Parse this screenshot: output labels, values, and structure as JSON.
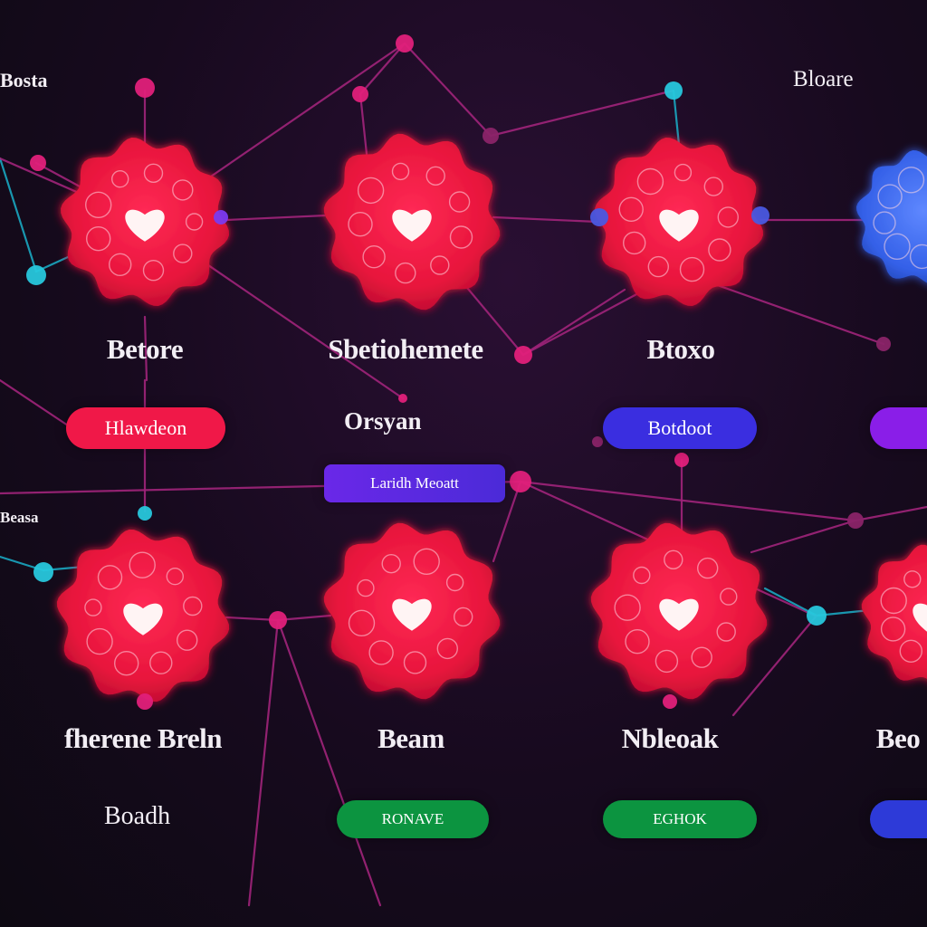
{
  "corner_labels": {
    "top_left": "Bosta",
    "top_right": "Bloare",
    "mid_left": "Beasa"
  },
  "nodes": [
    {
      "id": "n1",
      "title": "Betore",
      "pill": "Hlawdeon",
      "pill_color": "#f01848"
    },
    {
      "id": "n2",
      "title": "Sbetiohemete",
      "pill": "Orsyan",
      "pill_color": ""
    },
    {
      "id": "n3",
      "title": "Btoxo",
      "pill": "Botdoot",
      "pill_color": "#3a2ee0"
    },
    {
      "id": "n4",
      "title": "",
      "pill": "",
      "pill_color": "#8a1ee8"
    },
    {
      "id": "n5",
      "title": "fherene Breln",
      "pill": "Boadh",
      "pill_color": ""
    },
    {
      "id": "n6",
      "title": "Beam",
      "pill": "RONAVE",
      "pill_color": "#0c9440"
    },
    {
      "id": "n7",
      "title": "Nbleoak",
      "pill": "EGHOK",
      "pill_color": "#0c9440"
    },
    {
      "id": "n8",
      "title": "Beo",
      "pill": "",
      "pill_color": "#2d3ad8"
    }
  ],
  "center_pill": {
    "label": "Laridh Meoatt",
    "color": "#7b2ce8"
  },
  "colors": {
    "node_red": "#ee1f45",
    "node_blue": "#3d6df0",
    "edge_magenta": "#a0237a",
    "edge_teal": "#1aa6c0",
    "dot_pink": "#e0207a",
    "dot_cyan": "#27c7dc"
  },
  "icons": {
    "heart": "heart-icon",
    "doodles": "doodle-icon-cluster"
  }
}
